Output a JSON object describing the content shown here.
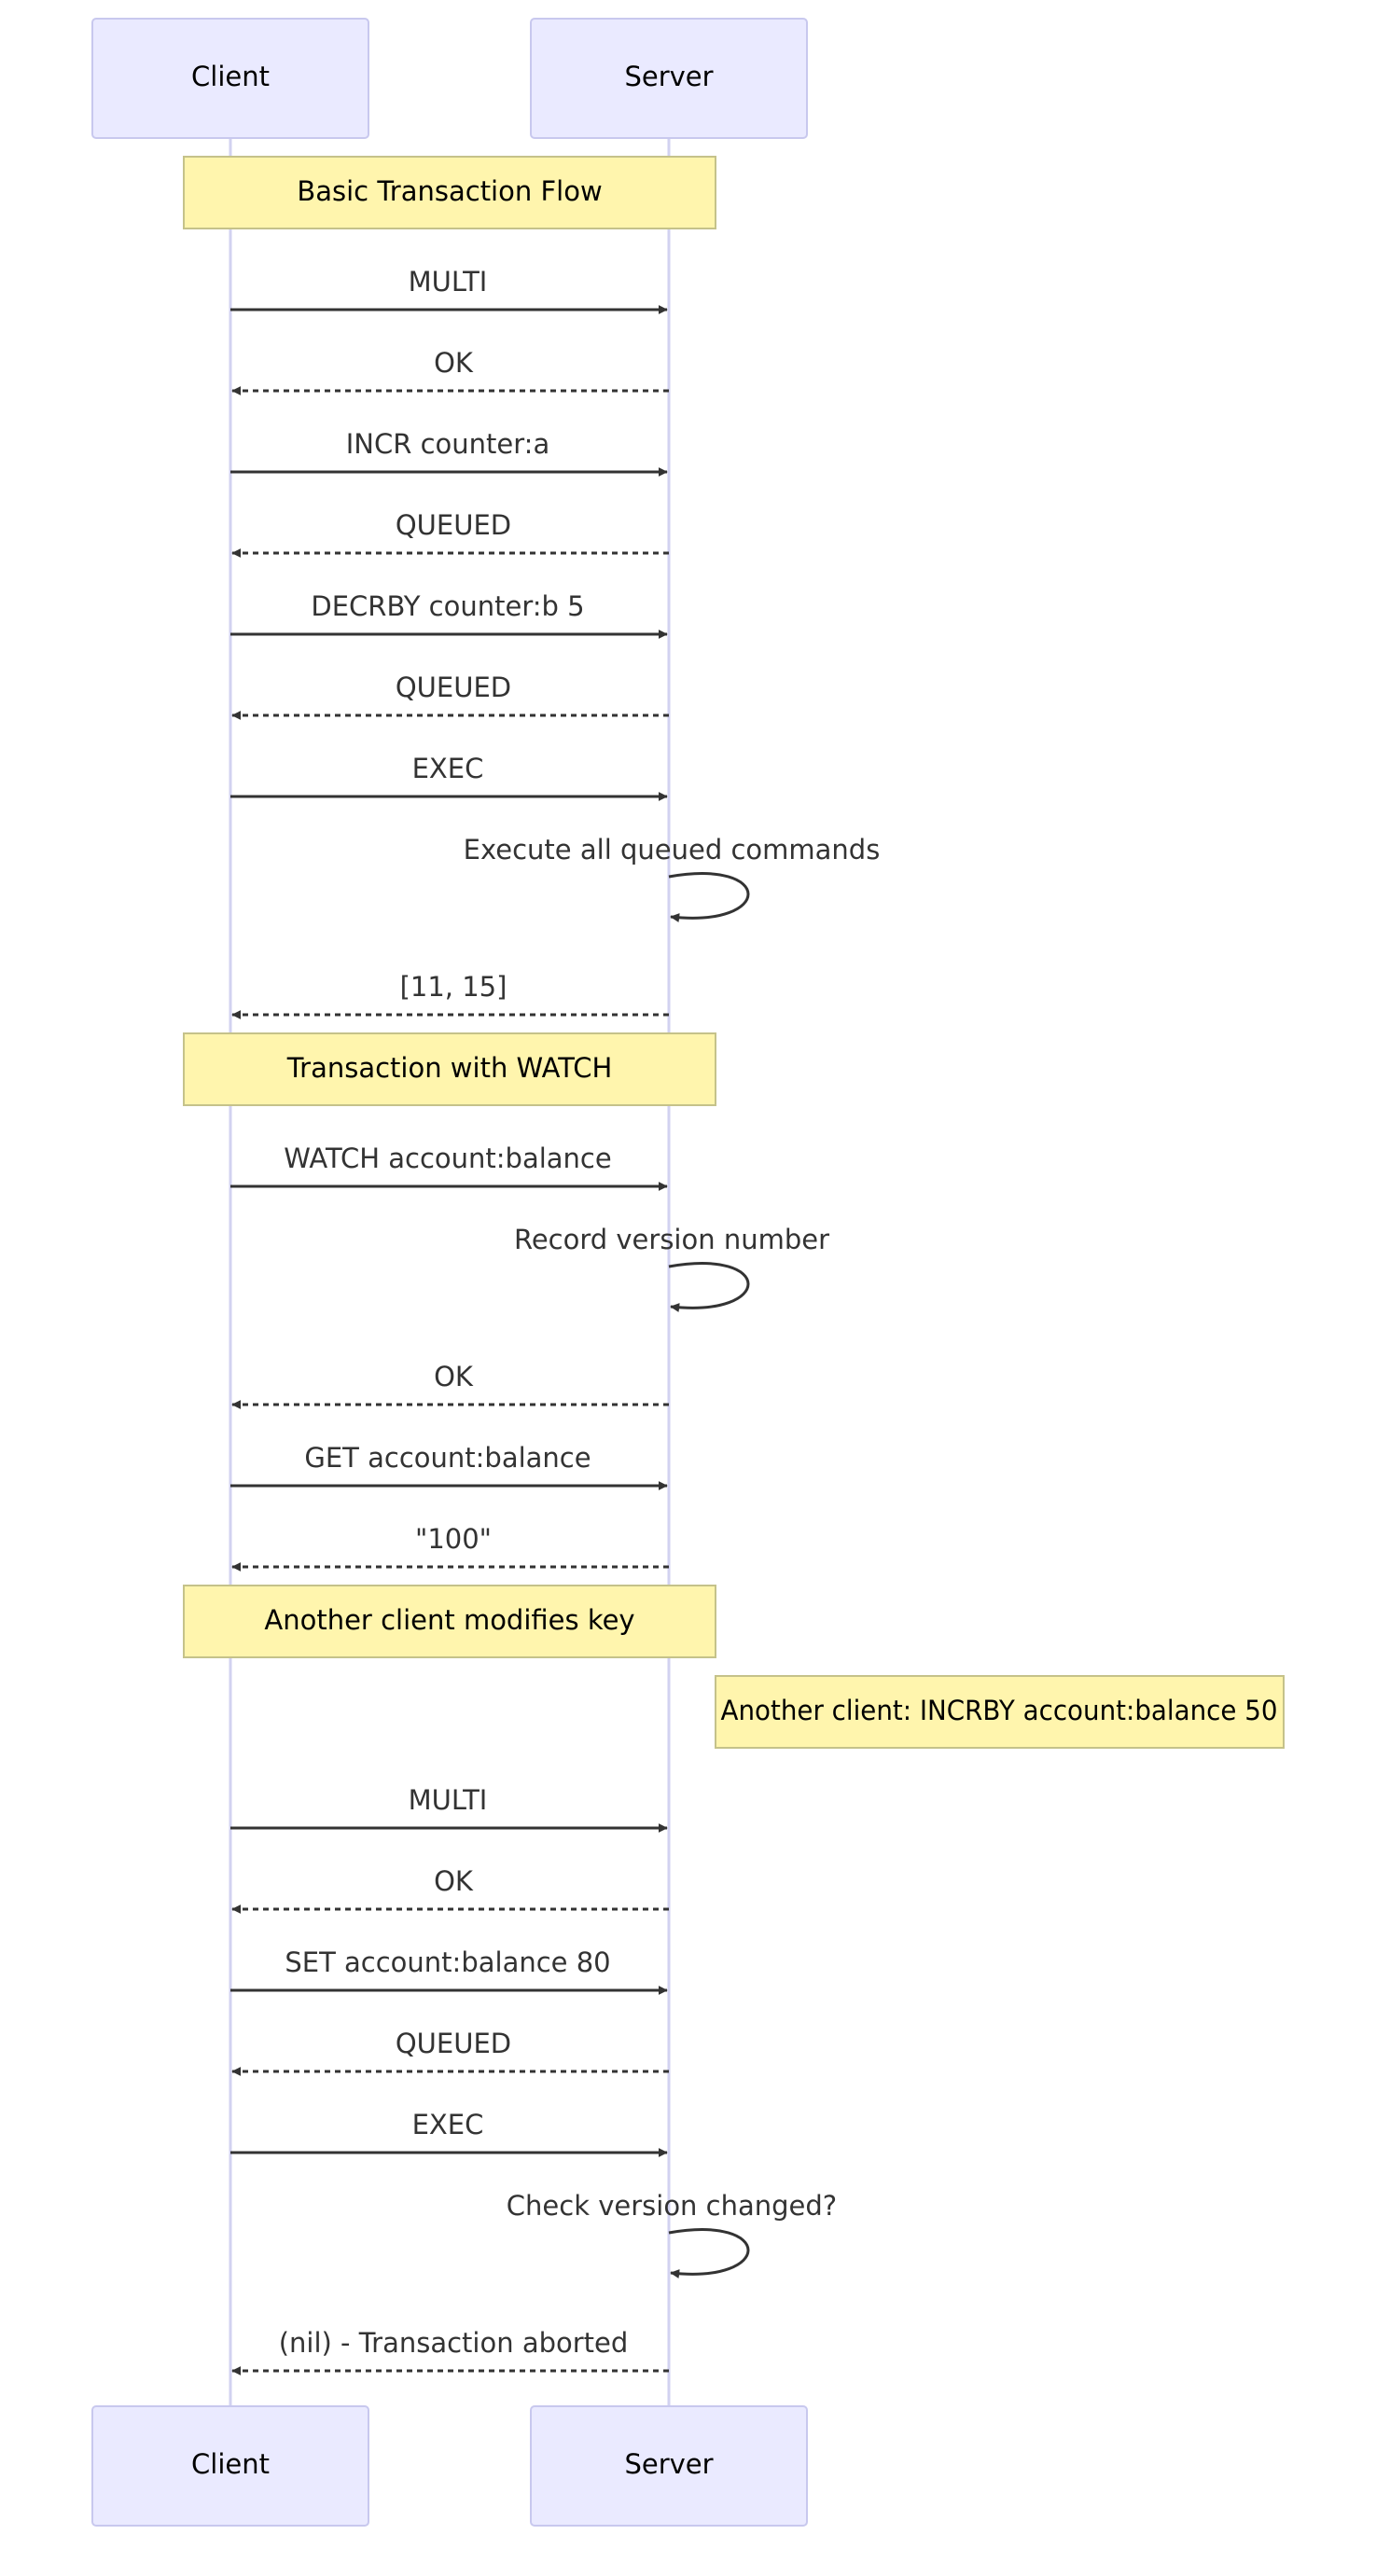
{
  "participants": [
    {
      "id": "client",
      "label": "Client"
    },
    {
      "id": "server",
      "label": "Server"
    }
  ],
  "events": [
    {
      "kind": "note",
      "text": "Basic Transaction Flow",
      "over": [
        "client",
        "server"
      ]
    },
    {
      "kind": "message",
      "from": "client",
      "to": "server",
      "text": "MULTI",
      "line": "solid"
    },
    {
      "kind": "message",
      "from": "server",
      "to": "client",
      "text": "OK",
      "line": "dashed"
    },
    {
      "kind": "message",
      "from": "client",
      "to": "server",
      "text": "INCR counter:a",
      "line": "solid"
    },
    {
      "kind": "message",
      "from": "server",
      "to": "client",
      "text": "QUEUED",
      "line": "dashed"
    },
    {
      "kind": "message",
      "from": "client",
      "to": "server",
      "text": "DECRBY counter:b 5",
      "line": "solid"
    },
    {
      "kind": "message",
      "from": "server",
      "to": "client",
      "text": "QUEUED",
      "line": "dashed"
    },
    {
      "kind": "message",
      "from": "client",
      "to": "server",
      "text": "EXEC",
      "line": "solid"
    },
    {
      "kind": "self",
      "actor": "server",
      "text": "Execute all queued commands"
    },
    {
      "kind": "message",
      "from": "server",
      "to": "client",
      "text": "[11, 15]",
      "line": "dashed"
    },
    {
      "kind": "note",
      "text": "Transaction with WATCH",
      "over": [
        "client",
        "server"
      ]
    },
    {
      "kind": "message",
      "from": "client",
      "to": "server",
      "text": "WATCH account:balance",
      "line": "solid"
    },
    {
      "kind": "self",
      "actor": "server",
      "text": "Record version number"
    },
    {
      "kind": "message",
      "from": "server",
      "to": "client",
      "text": "OK",
      "line": "dashed"
    },
    {
      "kind": "message",
      "from": "client",
      "to": "server",
      "text": "GET account:balance",
      "line": "solid"
    },
    {
      "kind": "message",
      "from": "server",
      "to": "client",
      "text": "\"100\"",
      "line": "dashed"
    },
    {
      "kind": "note",
      "text": "Another client modifies key",
      "over": [
        "client",
        "server"
      ]
    },
    {
      "kind": "note",
      "text": "Another client: INCRBY account:balance 50",
      "right_of": "server"
    },
    {
      "kind": "message",
      "from": "client",
      "to": "server",
      "text": "MULTI",
      "line": "solid"
    },
    {
      "kind": "message",
      "from": "server",
      "to": "client",
      "text": "OK",
      "line": "dashed"
    },
    {
      "kind": "message",
      "from": "client",
      "to": "server",
      "text": "SET account:balance 80",
      "line": "solid"
    },
    {
      "kind": "message",
      "from": "server",
      "to": "client",
      "text": "QUEUED",
      "line": "dashed"
    },
    {
      "kind": "message",
      "from": "client",
      "to": "server",
      "text": "EXEC",
      "line": "solid"
    },
    {
      "kind": "self",
      "actor": "server",
      "text": "Check version changed?"
    },
    {
      "kind": "message",
      "from": "server",
      "to": "client",
      "text": "(nil) - Transaction aborted",
      "line": "dashed"
    }
  ]
}
